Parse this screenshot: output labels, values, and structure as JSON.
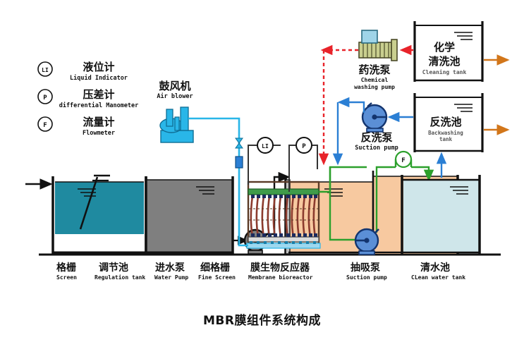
{
  "title": "MBR膜组件系统构成",
  "legend": {
    "items": [
      {
        "symbol": "LI",
        "cn": "液位计",
        "en": "Liquid Indicator",
        "name": "legend-level-indicator"
      },
      {
        "symbol": "P",
        "cn": "压差计",
        "en": "differential Manometer",
        "name": "legend-manometer"
      },
      {
        "symbol": "F",
        "cn": "流量计",
        "en": "Flowmeter",
        "name": "legend-flowmeter"
      }
    ]
  },
  "equipment": {
    "air_blower": {
      "cn": "鼓风机",
      "en": "Air blower"
    },
    "chemical_pump": {
      "cn": "药洗泵",
      "en": "Chemical\nwashing pump",
      "en1": "Chemical",
      "en2": "washing pump"
    },
    "cleaning_tank": {
      "cn1": "化学",
      "cn2": "清洗池",
      "en": "Cleaning tank"
    },
    "backwash_pump": {
      "cn": "反洗泵",
      "en": "Suction pump"
    },
    "backwash_tank": {
      "cn": "反洗池",
      "en1": "Backwashing",
      "en2": "tank"
    }
  },
  "bottom_labels": [
    {
      "cn": "格栅",
      "en": "Screen"
    },
    {
      "cn": "调节池",
      "en": "Regulation tank"
    },
    {
      "cn": "进水泵",
      "en": "Water Pump"
    },
    {
      "cn": "细格栅",
      "en": "Fine Screen"
    },
    {
      "cn": "膜生物反应器",
      "en": "Membrane bioreactor"
    },
    {
      "cn": "抽吸泵",
      "en": "Suction pump"
    },
    {
      "cn": "清水池",
      "en": "CLean water tank"
    }
  ],
  "gauges": [
    {
      "symbol": "LI",
      "name": "gauge-level-indicator"
    },
    {
      "symbol": "P",
      "name": "gauge-pressure"
    },
    {
      "symbol": "F",
      "name": "gauge-flow"
    }
  ],
  "colors": {
    "screen_water": "#1f8aa0",
    "regulation_tank": "#7f7f7f",
    "fine_screen": "#f7c9a0",
    "clean_water": "#cfe6ea",
    "air_pipe": "#29b6e8",
    "permeate_pipe": "#2ca02c",
    "chemical_pipe": "#e8232a",
    "backwash_pipe": "#2b7fd4",
    "overflow_arrow": "#d2761a",
    "pump_blue": "#5b8fd6",
    "membrane_fiber": "#8c3b2e",
    "outline": "#111111"
  }
}
